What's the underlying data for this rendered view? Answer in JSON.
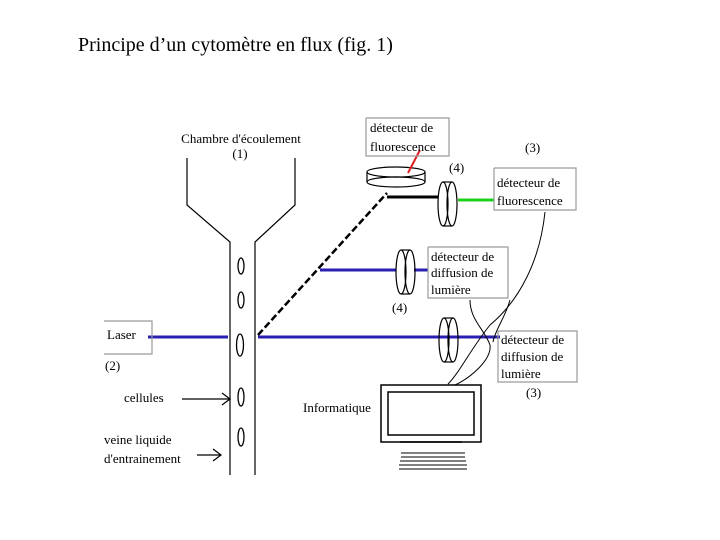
{
  "title": "Principe d’un cytomètre en flux (fig. 1)",
  "labels": {
    "chamber_line1": "Chambre d'écoulement",
    "chamber_line2": "(1)",
    "fluo_top_line1": "détecteur de",
    "fluo_top_line2": "fluorescence",
    "lens_top_number": "(4)",
    "detector3_top_number": "(3)",
    "fluo_right_line1": "détecteur de",
    "fluo_right_line2": "fluorescence",
    "diff_mid_line1": "détecteur de",
    "diff_mid_line2": "diffusion de",
    "diff_mid_line3": "lumière",
    "lens_mid_number": "(4)",
    "laser": "Laser",
    "laser_number": "(2)",
    "diff_right_line1": "détecteur de",
    "diff_right_line2": "diffusion de",
    "diff_right_line3": "lumière",
    "detector3_bottom_number": "(3)",
    "cells": "cellules",
    "computer": "Informatique",
    "sheath_line1": "veine liquide",
    "sheath_line2": "d'entrainement"
  },
  "colors": {
    "laser_beam": "#2a1fb0",
    "fluorescence_beam": "#1fd11f",
    "fluorescence_mark": "#e02020",
    "outline": "#000000",
    "box_border": "#9a9a9a"
  }
}
